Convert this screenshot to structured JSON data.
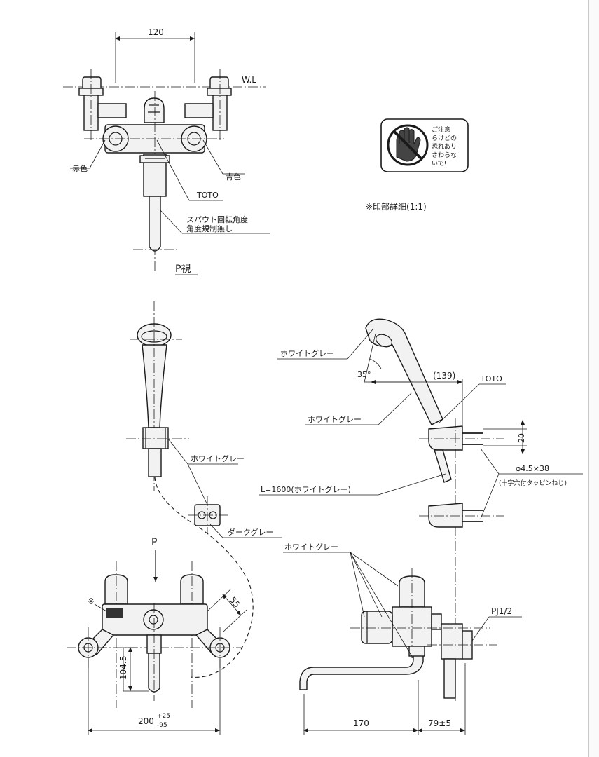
{
  "labels": {
    "dim_120": "120",
    "wl": "W.L",
    "red": "赤色",
    "blue": "青色",
    "toto_top": "TOTO",
    "spout_note_1": "スパウト回転角度",
    "spout_note_2": "角度規制無し",
    "p_view": "P視",
    "detail_caption": "※印部詳細(1:1)",
    "badge_text_1": "ご注意",
    "badge_text_2": "らけどの",
    "badge_text_3": "恐れあり",
    "badge_text_4": "さわらな",
    "badge_text_5": "いで!",
    "white_gray_1": "ホワイトグレー",
    "dark_gray": "ダークグレー",
    "white_gray_2": "ホワイトグレー",
    "angle_35": "35°",
    "dim_139": "(139)",
    "toto_right": "TOTO",
    "white_gray_3": "ホワイトグレー",
    "dim_20": "20",
    "screw_spec": "φ4.5×38",
    "screw_note": "(十字穴付タッピンねじ)",
    "hose": "L=1600(ホワイトグレー)",
    "white_gray_4": "ホワイトグレー",
    "pj": "PJ1/2",
    "arrow_p": "P",
    "asterisk": "※",
    "dim_55": "55",
    "dim_104_5": "104.5",
    "dim_200": "200",
    "dim_200_tol_plus": "+25",
    "dim_200_tol_minus": "-95",
    "dim_170": "170",
    "dim_79": "79±5"
  }
}
